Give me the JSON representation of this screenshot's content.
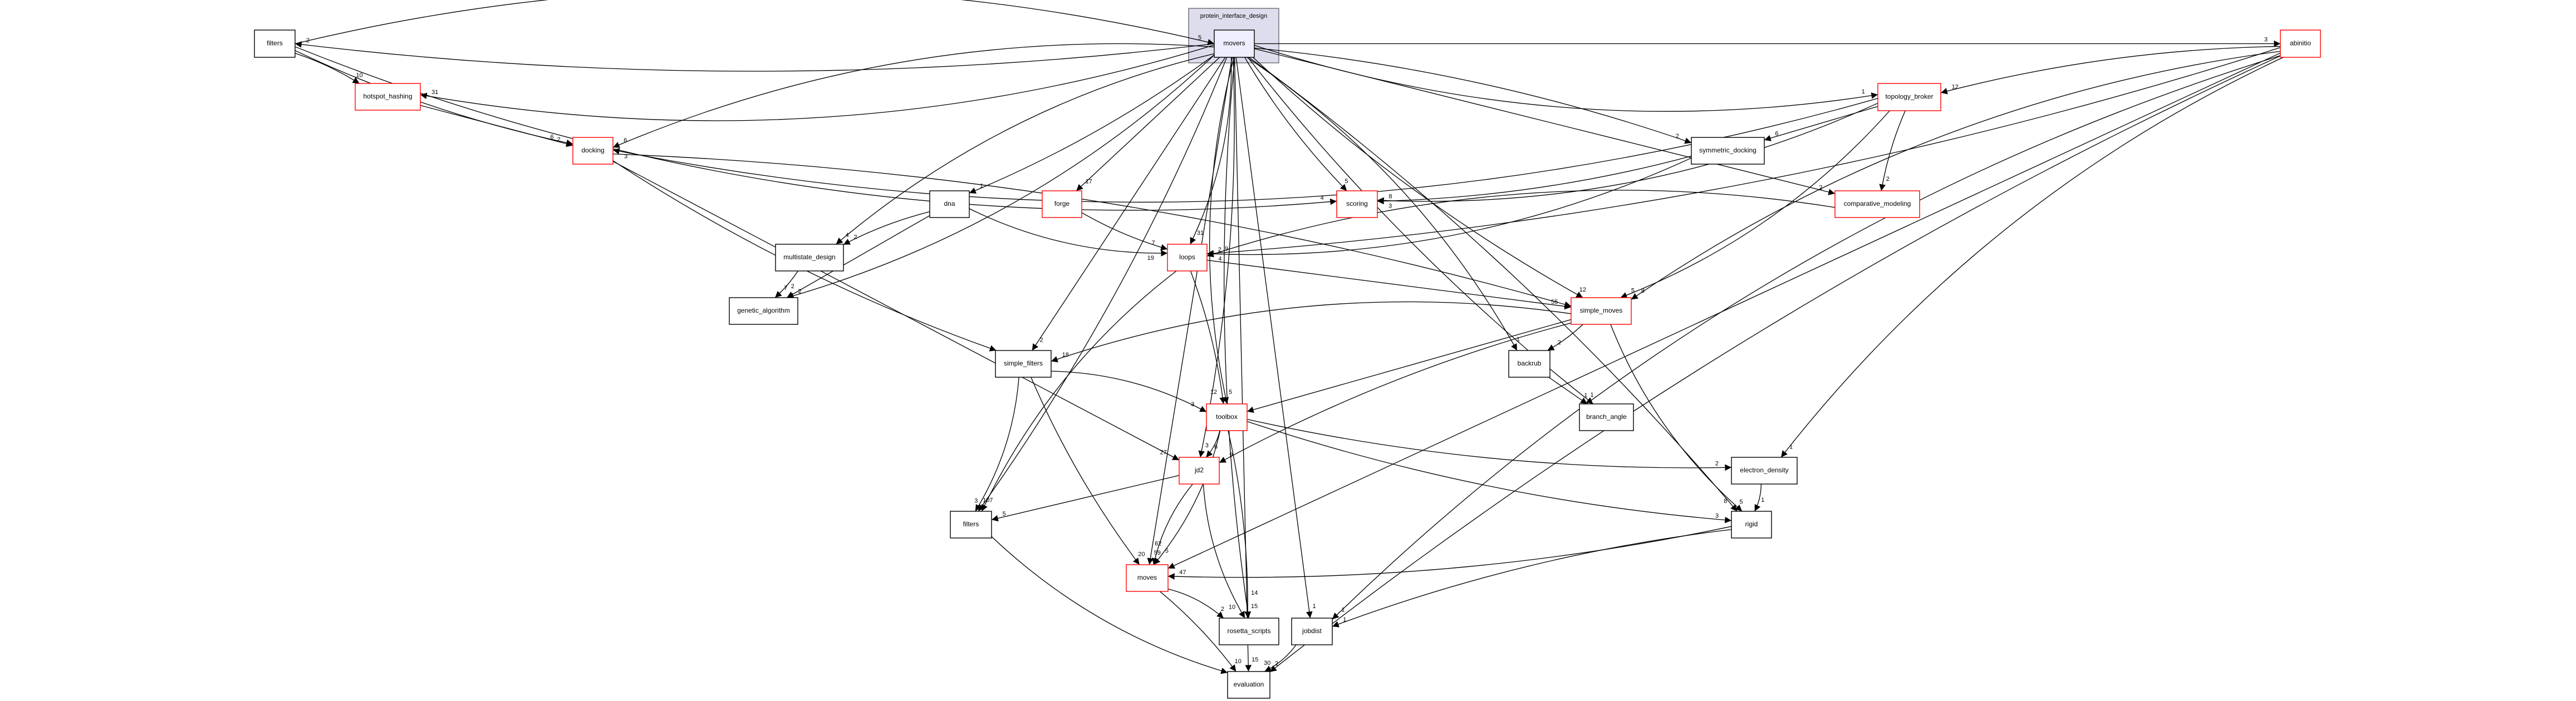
{
  "cluster": {
    "label": "protein_interface_design",
    "fill": "#ddddee"
  },
  "colors": {
    "highlight_border": "#ff0000",
    "normal_border": "#000000",
    "focus_fill": "#eeeeff"
  },
  "nodes": [
    {
      "id": "movers",
      "label": "movers",
      "highlight": false,
      "focus": true
    },
    {
      "id": "filters_top",
      "label": "filters",
      "highlight": false
    },
    {
      "id": "abinitio",
      "label": "abinitio",
      "highlight": true
    },
    {
      "id": "hotspot_hashing",
      "label": "hotspot_hashing",
      "highlight": true
    },
    {
      "id": "topology_broker",
      "label": "topology_broker",
      "highlight": true
    },
    {
      "id": "docking",
      "label": "docking",
      "highlight": true
    },
    {
      "id": "symmetric_docking",
      "label": "symmetric_docking",
      "highlight": false
    },
    {
      "id": "dna",
      "label": "dna",
      "highlight": false
    },
    {
      "id": "forge",
      "label": "forge",
      "highlight": true
    },
    {
      "id": "scoring",
      "label": "scoring",
      "highlight": true
    },
    {
      "id": "comparative_modeling",
      "label": "comparative_modeling",
      "highlight": true
    },
    {
      "id": "multistate_design",
      "label": "multistate_design",
      "highlight": false
    },
    {
      "id": "loops",
      "label": "loops",
      "highlight": true
    },
    {
      "id": "genetic_algorithm",
      "label": "genetic_algorithm",
      "highlight": false
    },
    {
      "id": "simple_moves",
      "label": "simple_moves",
      "highlight": true
    },
    {
      "id": "simple_filters",
      "label": "simple_filters",
      "highlight": false
    },
    {
      "id": "backbub",
      "label": "backrub",
      "highlight": false
    },
    {
      "id": "branch_angle",
      "label": "branch_angle",
      "highlight": false
    },
    {
      "id": "toolbox",
      "label": "toolbox",
      "highlight": true
    },
    {
      "id": "jd2",
      "label": "jd2",
      "highlight": true
    },
    {
      "id": "electron_density",
      "label": "electron_density",
      "highlight": false
    },
    {
      "id": "filters_low",
      "label": "filters",
      "highlight": false
    },
    {
      "id": "rigid",
      "label": "rigid",
      "highlight": false
    },
    {
      "id": "moves",
      "label": "moves",
      "highlight": true
    },
    {
      "id": "rosetta_scripts",
      "label": "rosetta_scripts",
      "highlight": false
    },
    {
      "id": "jobdist",
      "label": "jobdist",
      "highlight": false
    },
    {
      "id": "evaluation",
      "label": "evaluation",
      "highlight": false
    }
  ],
  "edges": [
    {
      "from": "filters_top",
      "to": "movers",
      "label": "5"
    },
    {
      "from": "movers",
      "to": "filters_top",
      "label": "2"
    },
    {
      "from": "movers",
      "to": "abinitio",
      "label": "3"
    },
    {
      "from": "abinitio",
      "to": "topology_broker",
      "label": "12"
    },
    {
      "from": "movers",
      "to": "topology_broker",
      "label": "1"
    },
    {
      "from": "movers",
      "to": "hotspot_hashing",
      "label": "31"
    },
    {
      "from": "filters_top",
      "to": "hotspot_hashing",
      "label": "10"
    },
    {
      "from": "hotspot_hashing",
      "to": "docking",
      "label": "2"
    },
    {
      "from": "filters_top",
      "to": "docking",
      "label": "6"
    },
    {
      "from": "movers",
      "to": "docking",
      "label": "6"
    },
    {
      "from": "topology_broker",
      "to": "docking",
      "label": "3"
    },
    {
      "from": "movers",
      "to": "dna",
      "label": "1"
    },
    {
      "from": "movers",
      "to": "forge",
      "label": "17"
    },
    {
      "from": "dna",
      "to": "multistate_design",
      "label": "2"
    },
    {
      "from": "movers",
      "to": "multistate_design",
      "label": "4"
    },
    {
      "from": "movers",
      "to": "genetic_algorithm",
      "label": "2"
    },
    {
      "from": "multistate_design",
      "to": "genetic_algorithm",
      "label": "7"
    },
    {
      "from": "dna",
      "to": "genetic_algorithm",
      "label": "2"
    },
    {
      "from": "forge",
      "to": "loops",
      "label": "7"
    },
    {
      "from": "dna",
      "to": "loops",
      "label": "19"
    },
    {
      "from": "movers",
      "to": "loops",
      "label": "31"
    },
    {
      "from": "movers",
      "to": "symmetric_docking",
      "label": "2"
    },
    {
      "from": "topology_broker",
      "to": "symmetric_docking",
      "label": "6"
    },
    {
      "from": "movers",
      "to": "scoring",
      "label": "5"
    },
    {
      "from": "filters_top",
      "to": "scoring",
      "label": "4"
    },
    {
      "from": "topology_broker",
      "to": "scoring",
      "label": "8"
    },
    {
      "from": "symmetric_docking",
      "to": "scoring",
      "label": "3"
    },
    {
      "from": "movers",
      "to": "comparative_modeling",
      "label": "2"
    },
    {
      "from": "topology_broker",
      "to": "comparative_modeling",
      "label": "2"
    },
    {
      "from": "comparative_modeling",
      "to": "loops",
      "label": "2"
    },
    {
      "from": "symmetric_docking",
      "to": "loops",
      "label": "4"
    },
    {
      "from": "abinitio",
      "to": "loops",
      "label": "9"
    },
    {
      "from": "loops",
      "to": "simple_moves",
      "label": "55"
    },
    {
      "from": "movers",
      "to": "simple_moves",
      "label": "12"
    },
    {
      "from": "abinitio",
      "to": "simple_moves",
      "label": "8"
    },
    {
      "from": "topology_broker",
      "to": "simple_moves",
      "label": "5"
    },
    {
      "from": "docking",
      "to": "simple_moves",
      "label": ""
    },
    {
      "from": "movers",
      "to": "simple_filters",
      "label": "2"
    },
    {
      "from": "docking",
      "to": "simple_filters",
      "label": ""
    },
    {
      "from": "simple_moves",
      "to": "simple_filters",
      "label": "18"
    },
    {
      "from": "movers",
      "to": "backbub",
      "label": "1"
    },
    {
      "from": "simple_moves",
      "to": "backbub",
      "label": "2"
    },
    {
      "from": "backbub",
      "to": "branch_angle",
      "label": "1"
    },
    {
      "from": "movers",
      "to": "branch_angle",
      "label": "1"
    },
    {
      "from": "movers",
      "to": "toolbox",
      "label": "5"
    },
    {
      "from": "simple_filters",
      "to": "toolbox",
      "label": "3"
    },
    {
      "from": "loops",
      "to": "toolbox",
      "label": "12"
    },
    {
      "from": "simple_moves",
      "to": "toolbox",
      "label": ""
    },
    {
      "from": "toolbox",
      "to": "electron_density",
      "label": "2"
    },
    {
      "from": "abinitio",
      "to": "electron_density",
      "label": "1"
    },
    {
      "from": "toolbox",
      "to": "jd2",
      "label": "6"
    },
    {
      "from": "movers",
      "to": "jd2",
      "label": "3"
    },
    {
      "from": "docking",
      "to": "jd2",
      "label": "27"
    },
    {
      "from": "simple_moves",
      "to": "jd2",
      "label": "9"
    },
    {
      "from": "loops",
      "to": "filters_low",
      "label": ""
    },
    {
      "from": "simple_filters",
      "to": "filters_low",
      "label": "107"
    },
    {
      "from": "movers",
      "to": "filters_low",
      "label": "3"
    },
    {
      "from": "jd2",
      "to": "filters_low",
      "label": "5"
    },
    {
      "from": "toolbox",
      "to": "rigid",
      "label": "3"
    },
    {
      "from": "simple_moves",
      "to": "rigid",
      "label": "5"
    },
    {
      "from": "electron_density",
      "to": "rigid",
      "label": "1"
    },
    {
      "from": "movers",
      "to": "rigid",
      "label": "8"
    },
    {
      "from": "movers",
      "to": "moves",
      "label": "59"
    },
    {
      "from": "simple_filters",
      "to": "moves",
      "label": "20"
    },
    {
      "from": "jd2",
      "to": "moves",
      "label": "5"
    },
    {
      "from": "toolbox",
      "to": "moves",
      "label": "62"
    },
    {
      "from": "rigid",
      "to": "moves",
      "label": "47"
    },
    {
      "from": "abinitio",
      "to": "moves",
      "label": ""
    },
    {
      "from": "movers",
      "to": "rosetta_scripts",
      "label": "15"
    },
    {
      "from": "jd2",
      "to": "rosetta_scripts",
      "label": "10"
    },
    {
      "from": "moves",
      "to": "rosetta_scripts",
      "label": "2"
    },
    {
      "from": "toolbox",
      "to": "rosetta_scripts",
      "label": "14"
    },
    {
      "from": "movers",
      "to": "jobdist",
      "label": "1"
    },
    {
      "from": "rigid",
      "to": "jobdist",
      "label": "1"
    },
    {
      "from": "abinitio",
      "to": "jobdist",
      "label": "1"
    },
    {
      "from": "jobdist",
      "to": "evaluation",
      "label": "2"
    },
    {
      "from": "moves",
      "to": "evaluation",
      "label": "10"
    },
    {
      "from": "movers",
      "to": "evaluation",
      "label": "15"
    },
    {
      "from": "abinitio",
      "to": "evaluation",
      "label": "30"
    },
    {
      "from": "filters_low",
      "to": "evaluation",
      "label": ""
    }
  ]
}
